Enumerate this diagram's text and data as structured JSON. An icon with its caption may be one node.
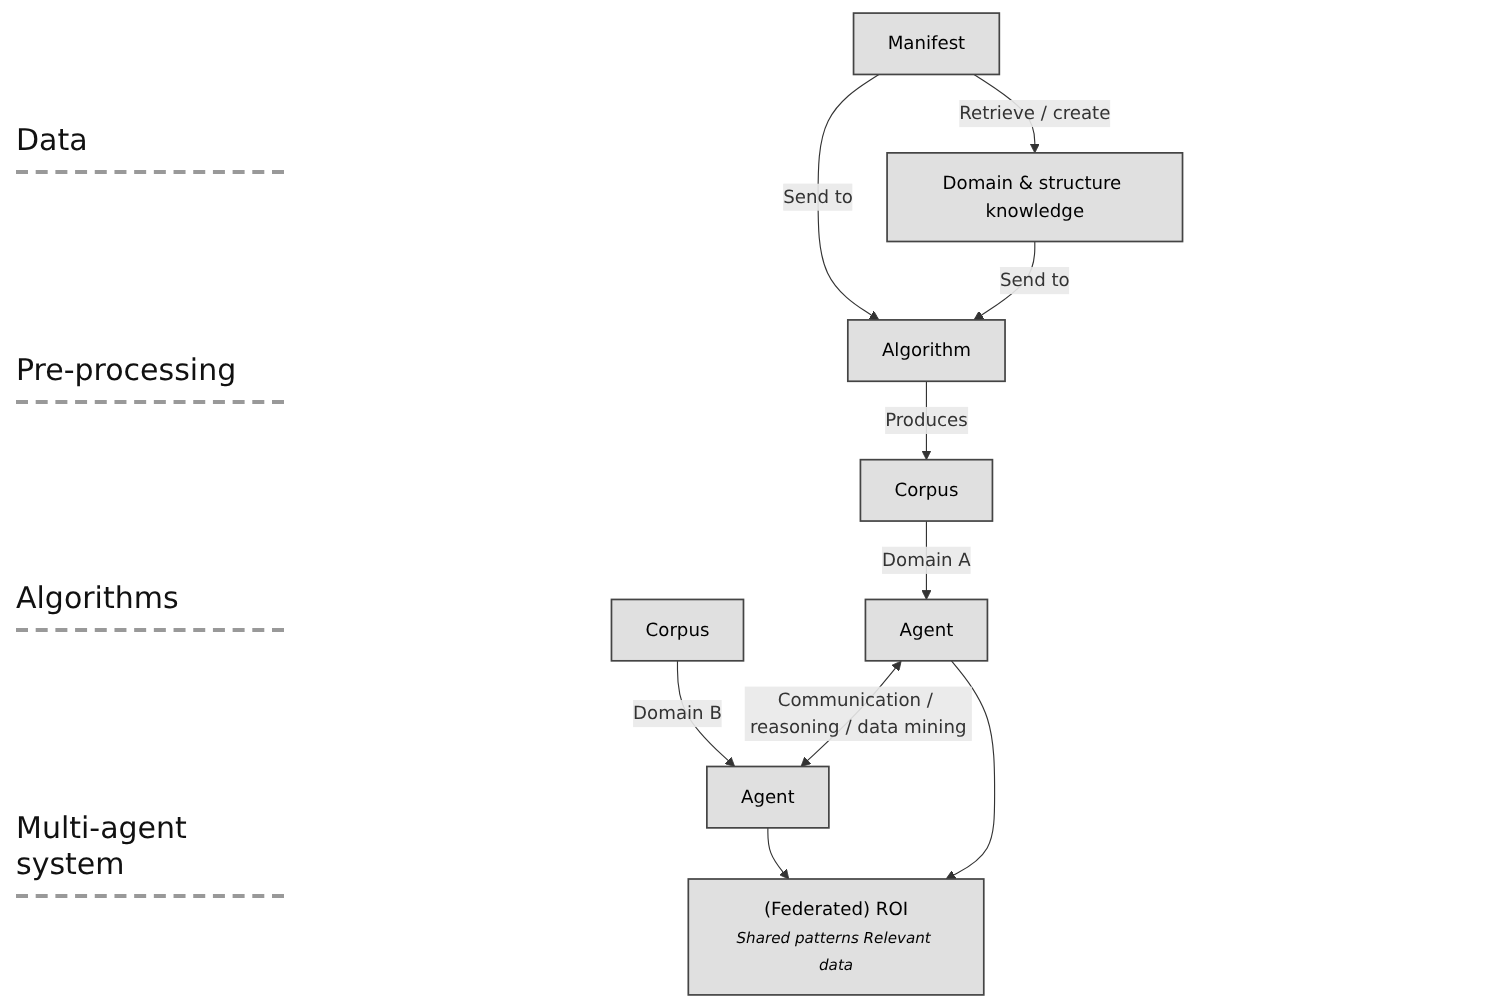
{
  "diagram": {
    "nodes": [
      {
        "text": [
          "Manifest"
        ]
      },
      {
        "text": [
          "Domain & structure knowledge"
        ]
      },
      {
        "text": [
          "Algorithm"
        ]
      },
      {
        "text": [
          "Corpus"
        ]
      },
      {
        "text": [
          "Corpus"
        ]
      },
      {
        "text": [
          "Agent"
        ]
      },
      {
        "text": [
          "Agent"
        ]
      },
      {
        "text": [
          "(Federated) ROI",
          "Shared patterns Relevant data"
        ]
      }
    ],
    "edges": [
      {
        "from": 0,
        "to": 2,
        "arrow": "to",
        "label": "Send to"
      },
      {
        "from": 0,
        "to": 1,
        "arrow": "to",
        "label": "Retrieve / create"
      },
      {
        "from": 1,
        "to": 2,
        "arrow": "to",
        "label": "Send to"
      },
      {
        "from": 2,
        "to": 3,
        "arrow": "to",
        "label": "Produces"
      },
      {
        "from": 3,
        "to": 5,
        "arrow": "to",
        "label": "Domain A"
      },
      {
        "from": 4,
        "to": 6,
        "arrow": "to",
        "label": "Domain B"
      },
      {
        "from": 5,
        "to": 6,
        "arrow": "both",
        "label": "Communication / reasoning / data mining"
      },
      {
        "from": 5,
        "to": 7,
        "arrow": "to"
      },
      {
        "from": 6,
        "to": 7,
        "arrow": "to"
      }
    ],
    "labels": [
      "Data",
      "Pre-processing",
      "Algorithms",
      "Multi-agent system"
    ]
  }
}
